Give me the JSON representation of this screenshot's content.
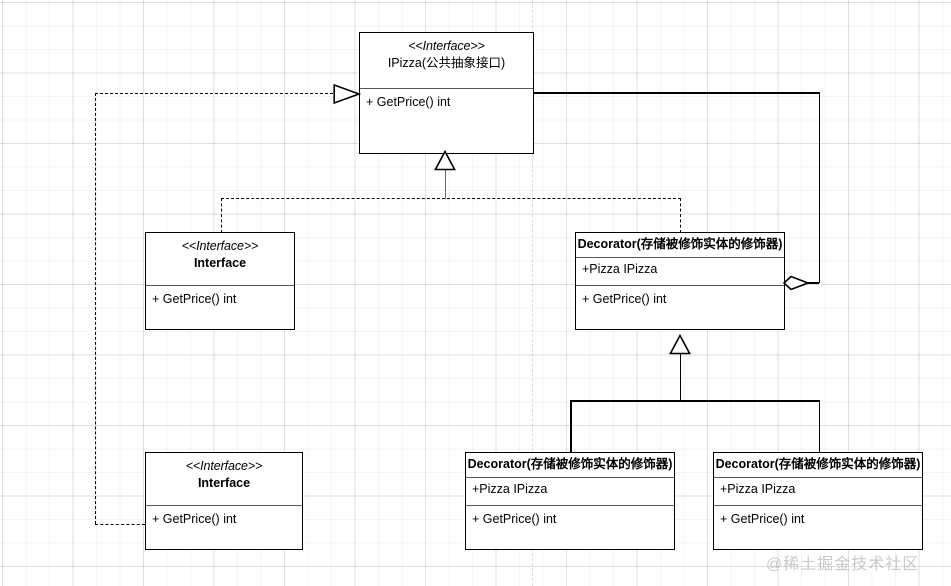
{
  "diagram": {
    "type": "uml-class-diagram",
    "title": "Decorator Pattern UML Class Diagram",
    "watermark": "@稀土掘金技术社区",
    "classes": [
      {
        "id": "ipizza",
        "stereotype": "<<Interface>>",
        "name": "IPizza(公共抽象接口)",
        "name_bold": false,
        "attributes": [],
        "operations": [
          "+ GetPrice() int"
        ]
      },
      {
        "id": "interface-mid",
        "stereotype": "<<Interface>>",
        "name": "Interface",
        "name_bold": true,
        "attributes": [],
        "operations": [
          "+ GetPrice() int"
        ]
      },
      {
        "id": "decorator-mid",
        "stereotype": "",
        "name": "Decorator(存储被修饰实体的修饰器)",
        "name_bold": true,
        "attributes": [
          "+Pizza IPizza"
        ],
        "operations": [
          "+ GetPrice() int"
        ]
      },
      {
        "id": "interface-bottom",
        "stereotype": "<<Interface>>",
        "name": "Interface",
        "name_bold": true,
        "attributes": [],
        "operations": [
          "+ GetPrice() int"
        ]
      },
      {
        "id": "decorator-bottom-left",
        "stereotype": "",
        "name": "Decorator(存储被修饰实体的修饰器)",
        "name_bold": true,
        "attributes": [
          "+Pizza IPizza"
        ],
        "operations": [
          "+ GetPrice() int"
        ]
      },
      {
        "id": "decorator-bottom-right",
        "stereotype": "",
        "name": "Decorator(存储被修饰实体的修饰器)",
        "name_bold": true,
        "attributes": [
          "+Pizza IPizza"
        ],
        "operations": [
          "+ GetPrice() int"
        ]
      }
    ],
    "relationships": [
      {
        "id": "rel-bottom-interface-realizes-ipizza",
        "kind": "realization",
        "style": "dashed",
        "marker": "hollow-triangle",
        "from": "interface-bottom",
        "to": "ipizza"
      },
      {
        "id": "rel-mid-interface-realizes-ipizza",
        "kind": "realization",
        "style": "dashed",
        "marker": "hollow-triangle",
        "from": "interface-mid",
        "to": "ipizza"
      },
      {
        "id": "rel-mid-decorator-realizes-ipizza",
        "kind": "realization",
        "style": "dashed",
        "marker": "hollow-triangle",
        "from": "decorator-mid",
        "to": "ipizza"
      },
      {
        "id": "rel-decorator-aggregates-ipizza",
        "kind": "aggregation",
        "style": "solid",
        "marker": "hollow-diamond",
        "from": "decorator-mid",
        "to": "ipizza"
      },
      {
        "id": "rel-bottom-left-generalizes-decorator",
        "kind": "generalization",
        "style": "solid",
        "marker": "hollow-triangle",
        "from": "decorator-bottom-left",
        "to": "decorator-mid"
      },
      {
        "id": "rel-bottom-right-generalizes-decorator",
        "kind": "generalization",
        "style": "solid",
        "marker": "hollow-triangle",
        "from": "decorator-bottom-right",
        "to": "decorator-mid"
      }
    ],
    "colors": {
      "line": "#000000",
      "box_fill": "#ffffff",
      "grid": "#e8e8e8",
      "divider": "#5a5a5a",
      "watermark": "#9a9a9a"
    }
  }
}
